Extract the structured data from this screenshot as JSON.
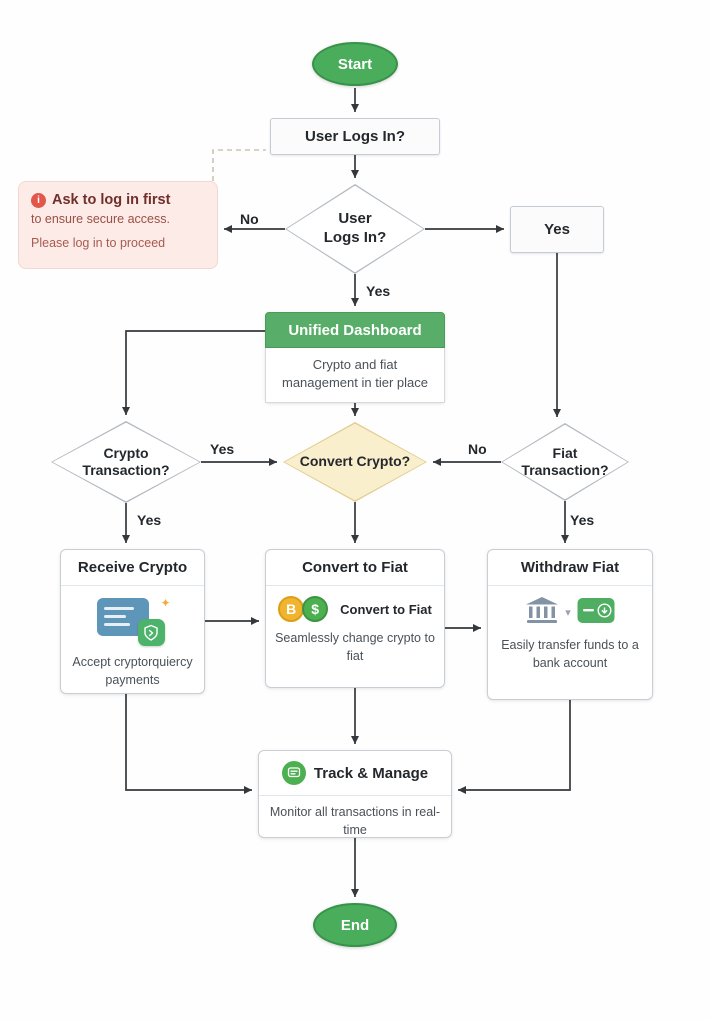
{
  "nodes": {
    "start": "Start",
    "login_question": "User Logs In?",
    "login_decision": "User Logs In?",
    "yes_branch": "Yes",
    "end": "End"
  },
  "note": {
    "title": "Ask to log in first",
    "body": "to ensure secure access.",
    "footer": "Please log in to proceed",
    "alert_glyph": "i"
  },
  "dashboard": {
    "title": "Unified Dashboard",
    "subtitle": "Crypto and fiat management in tier place"
  },
  "decisions": {
    "crypto": "Crypto Transaction?",
    "convert": "Convert Crypto?",
    "fiat": "Fiat Transaction?"
  },
  "labels": {
    "no_login": "No",
    "yes_login": "Yes",
    "yes_crypto_convert": "Yes",
    "no_fiat_convert": "No",
    "yes_receive": "Yes",
    "yes_withdraw": "Yes"
  },
  "cards": {
    "receive": {
      "title": "Receive Crypto",
      "desc": "Accept cryptorquiercy payments"
    },
    "convert": {
      "title": "Convert to Fiat",
      "badge": "Convert to Fiat",
      "desc": "Seamlessly change crypto to fiat",
      "coin_crypto_glyph": "B",
      "coin_fiat_glyph": "$"
    },
    "withdraw": {
      "title": "Withdraw Fiat",
      "desc": "Easily transfer funds to a bank account",
      "caret_glyph": "▾"
    },
    "track": {
      "title": "Track & Manage",
      "desc": "Monitor all transactions in real-time"
    }
  },
  "icons": {
    "sparkle_glyph": "✦"
  },
  "colors": {
    "terminal_green": "#4aad5b",
    "dashboard_green": "#58ae68",
    "convert_diamond_fill": "#f9efcd",
    "note_bg": "#fcebe7",
    "note_text": "#8c3b33",
    "connector": "#34383c",
    "coin_gold": "#f0b42e",
    "icon_green": "#4caf50",
    "icon_blue": "#5e96ba",
    "bank_gray": "#8492a6"
  }
}
